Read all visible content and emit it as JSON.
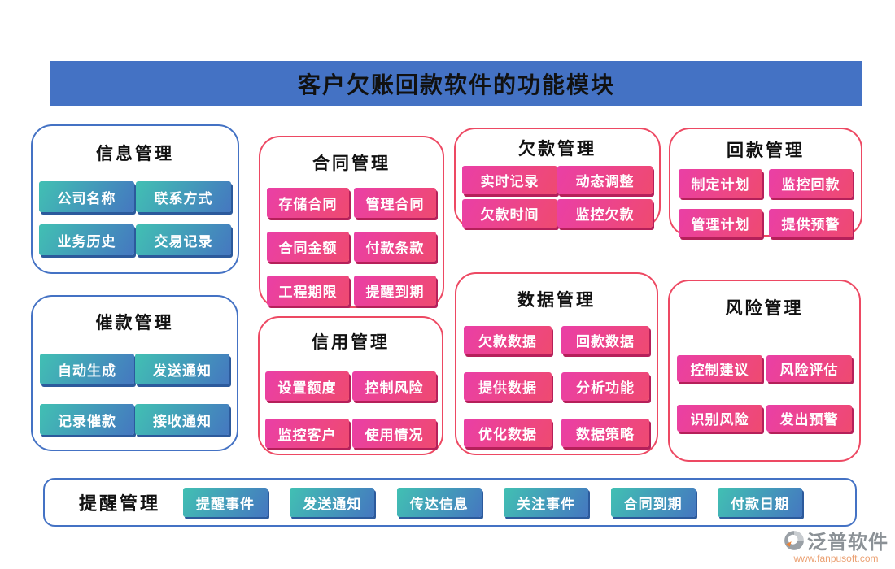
{
  "header": {
    "title": "客户欠账回款软件的功能模块"
  },
  "panels": [
    {
      "id": "info",
      "title": "信息管理",
      "theme": "blue",
      "buttons": [
        "公司名称",
        "联系方式",
        "业务历史",
        "交易记录"
      ]
    },
    {
      "id": "contract",
      "title": "合同管理",
      "theme": "pink",
      "buttons": [
        "存储合同",
        "管理合同",
        "合同金额",
        "付款条款",
        "工程期限",
        "提醒到期"
      ]
    },
    {
      "id": "debt",
      "title": "欠款管理",
      "theme": "pink",
      "buttons": [
        "实时记录",
        "动态调整",
        "欠款时间",
        "监控欠款"
      ]
    },
    {
      "id": "payback",
      "title": "回款管理",
      "theme": "pink",
      "buttons": [
        "制定计划",
        "监控回款",
        "管理计划",
        "提供预警"
      ]
    },
    {
      "id": "collect",
      "title": "催款管理",
      "theme": "blue",
      "buttons": [
        "自动生成",
        "发送通知",
        "记录催款",
        "接收通知"
      ]
    },
    {
      "id": "credit",
      "title": "信用管理",
      "theme": "pink",
      "buttons": [
        "设置额度",
        "控制风险",
        "监控客户",
        "使用情况"
      ]
    },
    {
      "id": "data",
      "title": "数据管理",
      "theme": "pink",
      "buttons": [
        "欠款数据",
        "回款数据",
        "提供数据",
        "分析功能",
        "优化数据",
        "数据策略"
      ]
    },
    {
      "id": "risk",
      "title": "风险管理",
      "theme": "pink",
      "buttons": [
        "控制建议",
        "风险评估",
        "识别风险",
        "发出预警"
      ]
    }
  ],
  "reminder_bar": {
    "title": "提醒管理",
    "buttons": [
      "提醒事件",
      "发送通知",
      "传达信息",
      "关注事件",
      "合同到期",
      "付款日期"
    ]
  },
  "footer": {
    "brand": "泛普软件",
    "url": "www.fanpusoft.com"
  },
  "colors": {
    "header_bg": "#4472c4",
    "blue_panel_border": "#4472c4",
    "pink_panel_border": "#ed4963",
    "teal_button_gradient": [
      "#41c0b3",
      "#4577c0"
    ],
    "teal_button_shadow": "#2c5a9c",
    "pink_button_gradient": [
      "#ea3fa6",
      "#ef4a70"
    ],
    "pink_button_shadow": "#b5205a",
    "brand_text": "#8b9196",
    "brand_url": "#eba173"
  }
}
